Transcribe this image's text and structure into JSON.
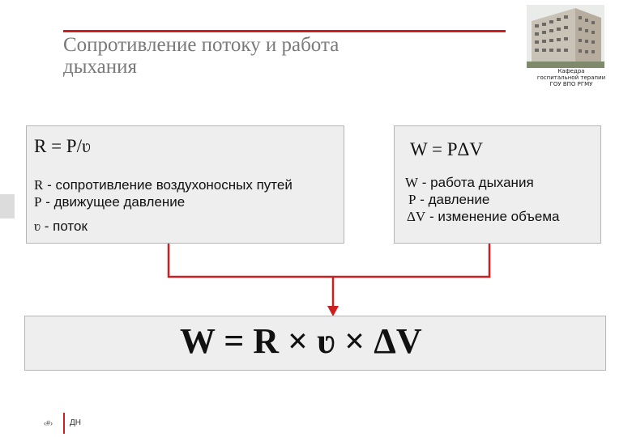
{
  "header": {
    "title_line1": "Сопротивление потоку и работа",
    "title_line2": "дыхания",
    "caption_line1": "Кафедра",
    "caption_line2": "госпитальной терапии",
    "caption_line3": "ГОУ ВПО РГМУ"
  },
  "left_box": {
    "formula": "R = P/ʋ",
    "def1_symbol": "R",
    "def1_text": " - сопротивление воздухоносных путей",
    "def2_symbol": "P",
    "def2_text": " - движущее давление",
    "def3_symbol": "ʋ",
    "def3_text": " - поток"
  },
  "right_box": {
    "formula": "W = PΔV",
    "def1_symbol": "W",
    "def1_text": " - работа дыхания",
    "def2_symbol": "P",
    "def2_text": " - давление",
    "def3_symbol": "ΔV",
    "def3_text": " - изменение объема"
  },
  "result": {
    "formula": "W = R × ʋ × ΔV"
  },
  "footer": {
    "page_number": "‹#›",
    "label": "ДН"
  },
  "colors": {
    "accent": "#cc1f1f",
    "box_fill": "#eeeeee",
    "box_border": "#b5b5b5",
    "title_text": "#7a7a7a"
  }
}
